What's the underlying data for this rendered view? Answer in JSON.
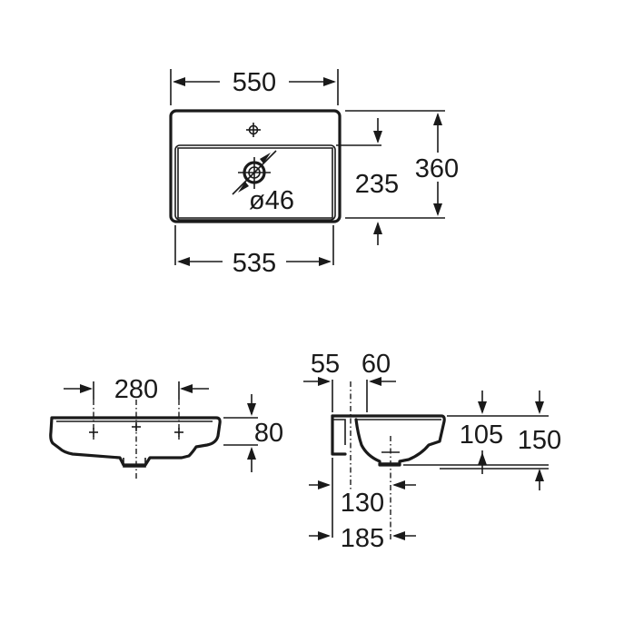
{
  "top_view": {
    "width_outer": "550",
    "width_inner": "535",
    "depth_total": "360",
    "depth_bowl": "235",
    "hole_diameter": "ø46"
  },
  "front_view": {
    "tap_hole_spacing": "280",
    "height": "80"
  },
  "side_view": {
    "offset_a": "55",
    "offset_b": "60",
    "depth_bowl": "105",
    "height_total": "150",
    "width_a": "130",
    "width_b": "185"
  }
}
